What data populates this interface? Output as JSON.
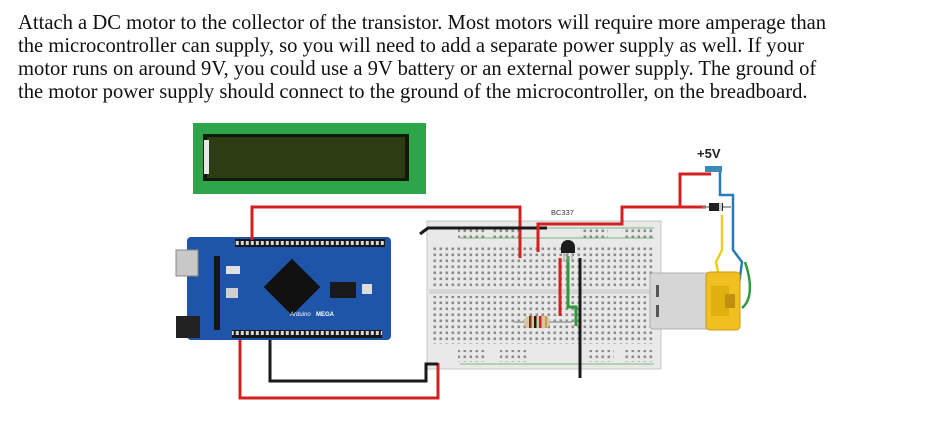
{
  "instructions": {
    "lines": [
      "Attach a DC motor to the collector of the transistor. Most motors will require more amperage than",
      "the microcontroller can supply, so you will need to add a separate power supply as well. If your",
      "motor runs on around 9V, you could use a 9V battery or an external power supply. The ground of",
      "the motor power supply should connect to the ground of the microcontroller, on the breadboard."
    ]
  },
  "diagram": {
    "transistor_label": "BC337",
    "supply_label": "+5V",
    "board_brand": "Arduino",
    "board_model": "MEGA"
  },
  "colors": {
    "wire_red": "#d42020",
    "wire_black": "#1a1a1a",
    "wire_green": "#2e9a3c",
    "wire_yellow": "#e8d020",
    "wire_blue": "#2a7ab8",
    "lcd_frame": "#2fa54a",
    "lcd_screen": "#2c3a12",
    "board": "#1f55a8",
    "motor": "#f0c020"
  }
}
